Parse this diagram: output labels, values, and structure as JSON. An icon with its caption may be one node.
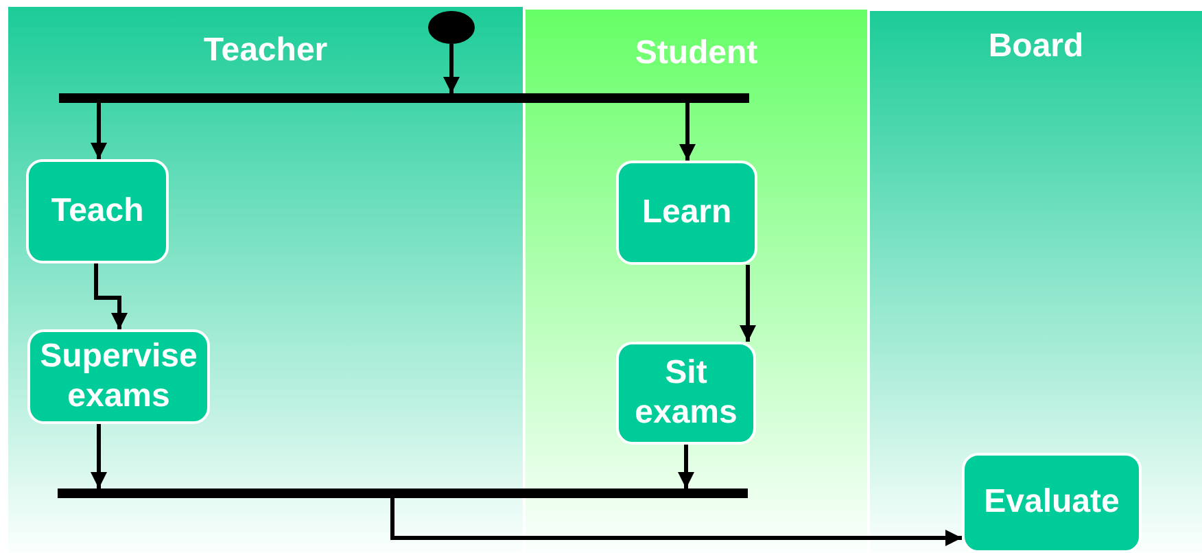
{
  "diagram": {
    "nodes": [
      {
        "text": [
          "Teacher"
        ]
      },
      {
        "text": [
          "Student"
        ]
      },
      {
        "text": [
          "Board"
        ]
      },
      {
        "text": [],
        "shape": "circle",
        "in": 0
      },
      {
        "text": [],
        "shape": "bar"
      },
      {
        "text": [
          "Teach"
        ],
        "in": 0
      },
      {
        "text": [
          "Learn"
        ],
        "in": 1
      },
      {
        "text": [
          "Supervise exams"
        ],
        "in": 0
      },
      {
        "text": [
          "Sit exams"
        ],
        "in": 1
      },
      {
        "text": [],
        "shape": "bar"
      },
      {
        "text": [
          "Evaluate"
        ],
        "in": 2
      }
    ],
    "edges": [
      {
        "from": 3,
        "to": 4,
        "arrow": "to"
      },
      {
        "from": 4,
        "to": 5,
        "arrow": "to"
      },
      {
        "from": 4,
        "to": 6,
        "arrow": "to"
      },
      {
        "from": 5,
        "to": 7,
        "arrow": "to"
      },
      {
        "from": 6,
        "to": 8,
        "arrow": "to"
      },
      {
        "from": 7,
        "to": 9,
        "arrow": "to"
      },
      {
        "from": 8,
        "to": 9,
        "arrow": "to"
      },
      {
        "from": 9,
        "to": 10,
        "arrow": "to"
      }
    ]
  }
}
